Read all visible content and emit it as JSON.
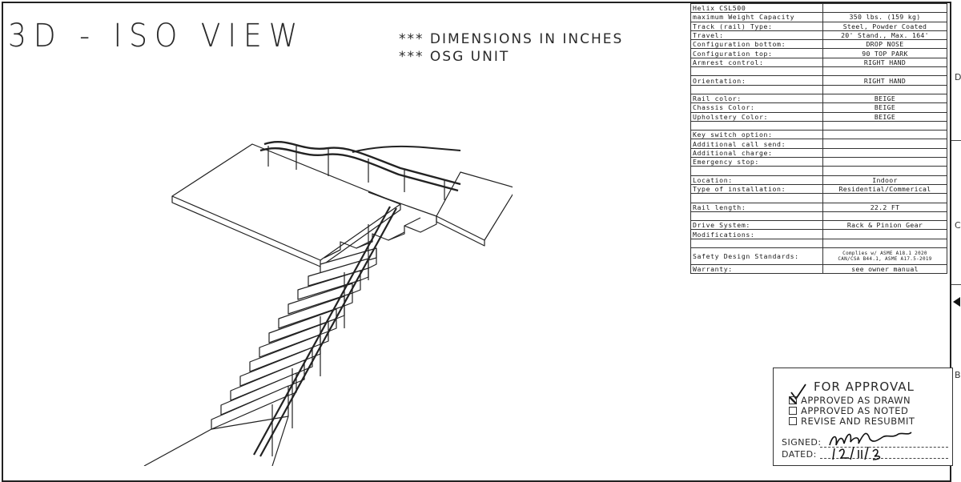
{
  "header": {
    "title": "3D - ISO VIEW",
    "notes": [
      "*** DIMENSIONS IN INCHES",
      "*** OSG UNIT"
    ]
  },
  "spec_table": {
    "rows": [
      {
        "label": "Helix  CSL500",
        "value": ""
      },
      {
        "label": "maximum Weight Capacity",
        "value": "350 lbs. (159 kg)"
      },
      {
        "label": "Track (rail) Type:",
        "value": "Steel, Powder Coated"
      },
      {
        "label": "Travel:",
        "value": "20' Stand., Max. 164'"
      },
      {
        "label": "Configuration bottom:",
        "value": "DROP NOSE"
      },
      {
        "label": "Configuration top:",
        "value": "90 TOP PARK"
      },
      {
        "label": "Armrest control:",
        "value": "RIGHT HAND"
      },
      {
        "label": "",
        "value": ""
      },
      {
        "label": "Orientation:",
        "value": "RIGHT HAND"
      },
      {
        "label": "",
        "value": ""
      },
      {
        "label": "Rail color:",
        "value": "BEIGE"
      },
      {
        "label": "Chassis Color:",
        "value": "BEIGE"
      },
      {
        "label": "Upholstery Color:",
        "value": "BEIGE"
      },
      {
        "label": "",
        "value": ""
      },
      {
        "label": "Key switch option:",
        "value": ""
      },
      {
        "label": "Additional call send:",
        "value": ""
      },
      {
        "label": "Additional charge:",
        "value": ""
      },
      {
        "label": "Emergency stop:",
        "value": ""
      },
      {
        "label": "",
        "value": ""
      },
      {
        "label": "Location:",
        "value": "Indoor"
      },
      {
        "label": "Type of installation:",
        "value": "Residential/Commerical"
      },
      {
        "label": "",
        "value": ""
      },
      {
        "label": "Rail length:",
        "value": "22.2 FT"
      },
      {
        "label": "",
        "value": ""
      },
      {
        "label": "Drive System:",
        "value": "Rack & Pinion Gear"
      },
      {
        "label": "Modifications:",
        "value": ""
      },
      {
        "label": "",
        "value": ""
      }
    ],
    "safety_label": "Safety Design Standards:",
    "safety_value_1": "Complies w/ ASME A18.1 2020",
    "safety_value_2": "CAN/CSA B44.1, ASME A17.5-2019",
    "warranty_label": "Warranty:",
    "warranty_value": "see owner manual"
  },
  "edge_letters": [
    "D",
    "C",
    "B"
  ],
  "approval": {
    "title": "FOR APPROVAL",
    "options": [
      "APPROVED AS DRAWN",
      "APPROVED AS NOTED",
      "REVISE AND RESUBMIT"
    ],
    "checked_index": 0,
    "signed_label": "SIGNED:",
    "dated_label": "DATED:",
    "date_handwritten": "12/11/23"
  }
}
